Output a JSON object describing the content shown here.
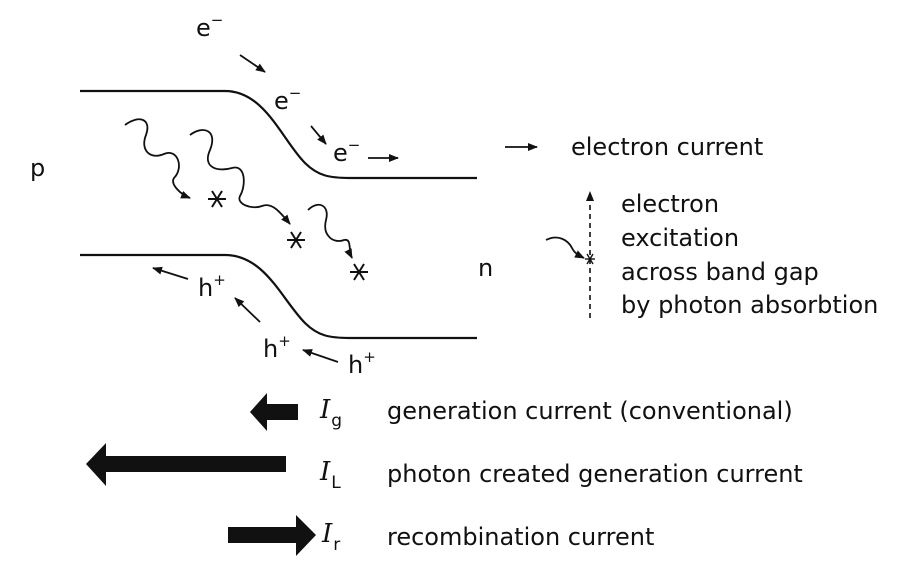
{
  "regions": {
    "p": "p",
    "n": "n"
  },
  "carriers": {
    "electron": "e",
    "electron_charge": "−",
    "hole": "h",
    "hole_charge": "+"
  },
  "legend": {
    "electron_current": "electron current",
    "excitation_lines": [
      "electron",
      "excitation",
      "across band gap",
      "by photon absorbtion"
    ]
  },
  "currents": {
    "generation": {
      "symbol": "I",
      "subscript": "g",
      "label": "generation current (conventional)"
    },
    "photon": {
      "symbol": "I",
      "subscript": "L",
      "label": "photon created generation current"
    },
    "recombination": {
      "symbol": "I",
      "subscript": "r",
      "label": "recombination current"
    }
  }
}
